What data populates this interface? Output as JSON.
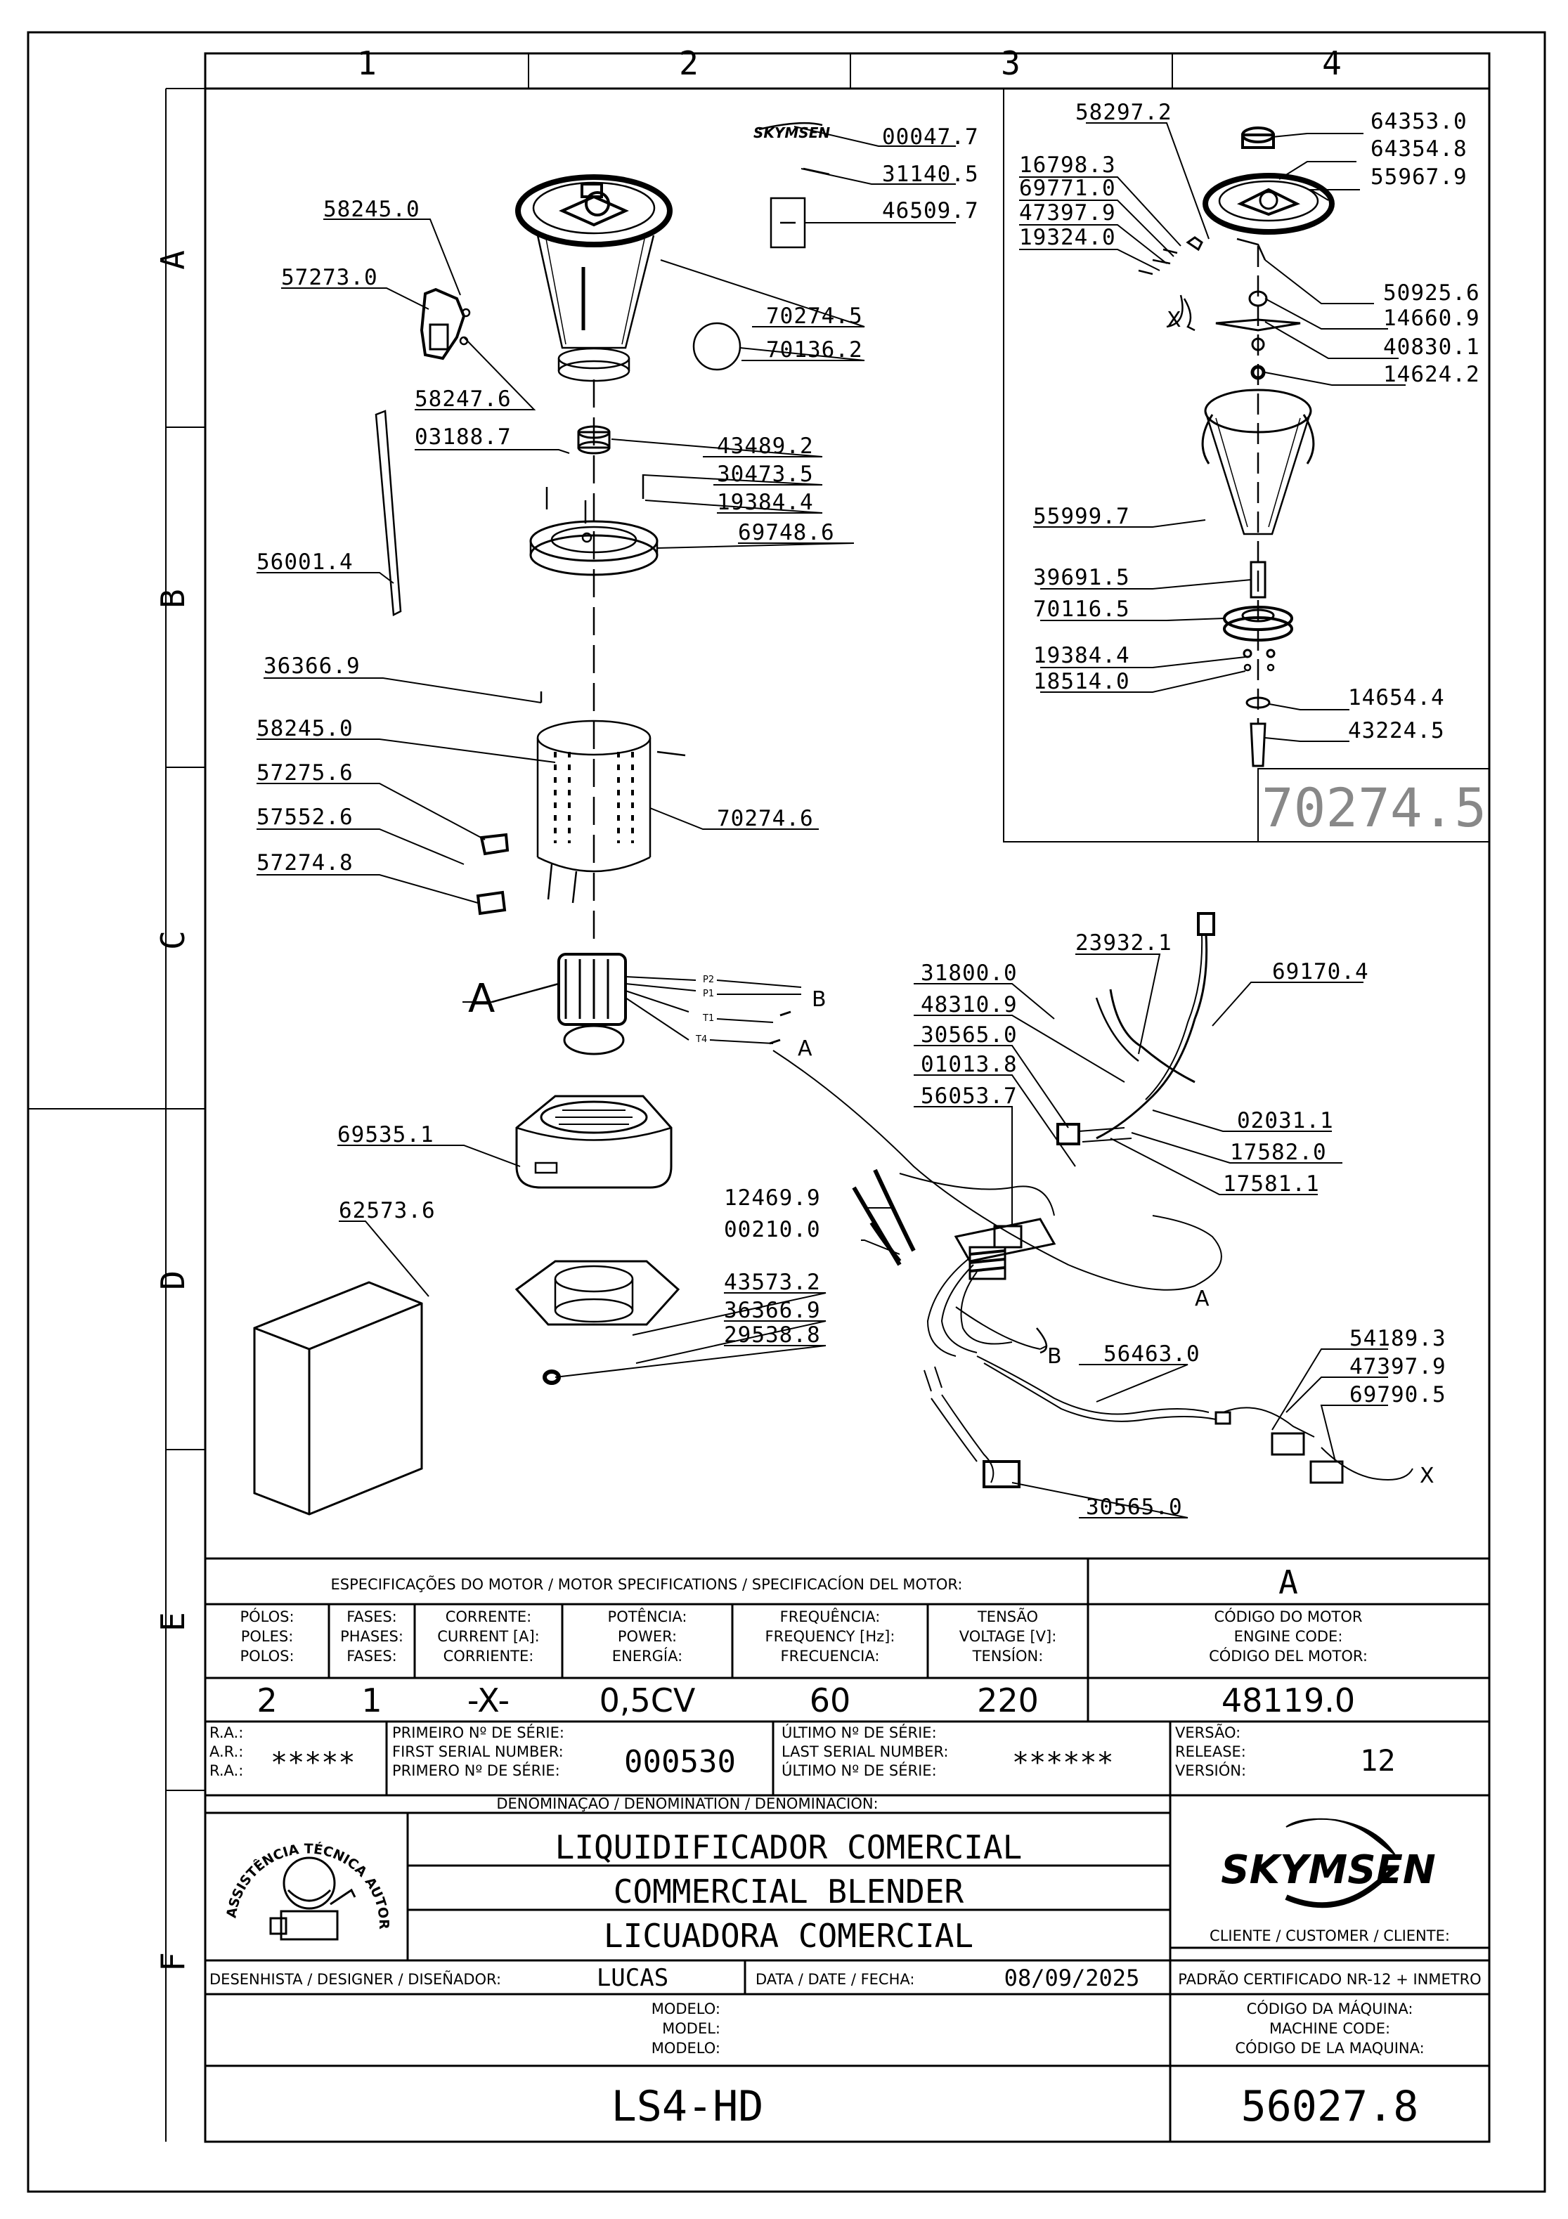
{
  "grid": {
    "columns": [
      "1",
      "2",
      "3",
      "4"
    ],
    "rows": [
      "A",
      "B",
      "C",
      "D",
      "E",
      "F"
    ]
  },
  "logo_top": "SKYMSEN",
  "parts_main": [
    {
      "id": "p1",
      "num": "00047.7"
    },
    {
      "id": "p2",
      "num": "31140.5"
    },
    {
      "id": "p3",
      "num": "46509.7"
    },
    {
      "id": "p4",
      "num": "58245.0"
    },
    {
      "id": "p5",
      "num": "57273.0"
    },
    {
      "id": "p6",
      "num": "70274.5"
    },
    {
      "id": "p7",
      "num": "70136.2"
    },
    {
      "id": "p8",
      "num": "58247.6"
    },
    {
      "id": "p9",
      "num": "03188.7"
    },
    {
      "id": "p10",
      "num": "43489.2"
    },
    {
      "id": "p11",
      "num": "30473.5"
    },
    {
      "id": "p12",
      "num": "19384.4"
    },
    {
      "id": "p13",
      "num": "69748.6"
    },
    {
      "id": "p14",
      "num": "56001.4"
    },
    {
      "id": "p15",
      "num": "36366.9"
    },
    {
      "id": "p16",
      "num": "58245.0"
    },
    {
      "id": "p17",
      "num": "57275.6"
    },
    {
      "id": "p18",
      "num": "57552.6"
    },
    {
      "id": "p19",
      "num": "57274.8"
    },
    {
      "id": "p20",
      "num": "70274.6"
    },
    {
      "id": "p21",
      "num": "69535.1"
    },
    {
      "id": "p22",
      "num": "62573.6"
    },
    {
      "id": "p23",
      "num": "12469.9"
    },
    {
      "id": "p24",
      "num": "00210.0"
    },
    {
      "id": "p25",
      "num": "43573.2"
    },
    {
      "id": "p26",
      "num": "36366.9"
    },
    {
      "id": "p27",
      "num": "29538.8"
    },
    {
      "id": "p28",
      "num": "23932.1"
    },
    {
      "id": "p29",
      "num": "69170.4"
    },
    {
      "id": "p30",
      "num": "31800.0"
    },
    {
      "id": "p31",
      "num": "48310.9"
    },
    {
      "id": "p32",
      "num": "30565.0"
    },
    {
      "id": "p33",
      "num": "01013.8"
    },
    {
      "id": "p34",
      "num": "56053.7"
    },
    {
      "id": "p35",
      "num": "02031.1"
    },
    {
      "id": "p36",
      "num": "17582.0"
    },
    {
      "id": "p37",
      "num": "17581.1"
    },
    {
      "id": "p38",
      "num": "54189.3"
    },
    {
      "id": "p39",
      "num": "47397.9"
    },
    {
      "id": "p40",
      "num": "69790.5"
    },
    {
      "id": "p41",
      "num": "56463.0"
    },
    {
      "id": "p42",
      "num": "30565.0"
    }
  ],
  "parts_detail": [
    {
      "id": "d1",
      "num": "58297.2"
    },
    {
      "id": "d2",
      "num": "64353.0"
    },
    {
      "id": "d3",
      "num": "64354.8"
    },
    {
      "id": "d4",
      "num": "55967.9"
    },
    {
      "id": "d5",
      "num": "16798.3"
    },
    {
      "id": "d6",
      "num": "69771.0"
    },
    {
      "id": "d7",
      "num": "47397.9"
    },
    {
      "id": "d8",
      "num": "19324.0"
    },
    {
      "id": "d9",
      "num": "50925.6"
    },
    {
      "id": "d10",
      "num": "14660.9"
    },
    {
      "id": "d11",
      "num": "40830.1"
    },
    {
      "id": "d12",
      "num": "14624.2"
    },
    {
      "id": "d13",
      "num": "55999.7"
    },
    {
      "id": "d14",
      "num": "39691.5"
    },
    {
      "id": "d15",
      "num": "70116.5"
    },
    {
      "id": "d16",
      "num": "19384.4"
    },
    {
      "id": "d17",
      "num": "18514.0"
    },
    {
      "id": "d18",
      "num": "14654.4"
    },
    {
      "id": "d19",
      "num": "43224.5"
    }
  ],
  "detail_box_label": "70274.5",
  "callouts": {
    "a": "A",
    "b": "B",
    "x": "X",
    "p2": "P2",
    "p1": "P1",
    "t1": "T1",
    "t4": "T4"
  },
  "specs": {
    "heading": "ESPECIFICAÇÕES DO MOTOR / MOTOR SPECIFICATIONS / SPECIFICACÍON DEL MOTOR:",
    "heading_right": "A",
    "columns": [
      {
        "l1": "PÓLOS:",
        "l2": "POLES:",
        "l3": "POLOS:",
        "value": "2"
      },
      {
        "l1": "FASES:",
        "l2": "PHASES:",
        "l3": "FASES:",
        "value": "1"
      },
      {
        "l1": "CORRENTE:",
        "l2": "CURRENT [A]:",
        "l3": "CORRIENTE:",
        "value": "-X-"
      },
      {
        "l1": "POTÊNCIA:",
        "l2": "POWER:",
        "l3": "ENERGÍA:",
        "value": "0,5CV"
      },
      {
        "l1": "FREQUÊNCIA:",
        "l2": "FREQUENCY [Hz]:",
        "l3": "FRECUENCIA:",
        "value": "60"
      },
      {
        "l1": "TENSÃO",
        "l2": "VOLTAGE [V]:",
        "l3": "TENSÍON:",
        "value": "220"
      },
      {
        "l1": "CÓDIGO DO MOTOR",
        "l2": "ENGINE CODE:",
        "l3": "CÓDIGO DEL MOTOR:",
        "value": "48119.0"
      }
    ]
  },
  "serial": {
    "ra_l1": "R.A.:",
    "ra_l2": "A.R.:",
    "ra_l3": "R.A.:",
    "ra_value": "*****",
    "first_l1": "PRIMEIRO Nº DE SÉRIE:",
    "first_l2": "FIRST SERIAL NUMBER:",
    "first_l3": "PRIMERO Nº DE SÉRIE:",
    "first_value": "000530",
    "last_l1": "ÚLTIMO Nº DE SÉRIE:",
    "last_l2": "LAST SERIAL NUMBER:",
    "last_l3": "ÚLTIMO Nº DE SÉRIE:",
    "last_value": "******",
    "ver_l1": "VERSÃO:",
    "ver_l2": "RELEASE:",
    "ver_l3": "VERSIÓN:",
    "ver_value": "12"
  },
  "denomination": {
    "heading": "DENOMINAÇÃO / DENOMINATION / DENOMINACIÓN:",
    "pt": "LIQUIDIFICADOR COMERCIAL",
    "en": "COMMERCIAL BLENDER",
    "es": "LICUADORA COMERCIAL"
  },
  "assist_stamp": "ASSISTÊNCIA TÉCNICA AUTORIZADA",
  "brand": "SKYMSEN",
  "client_label": "CLIENTE / CUSTOMER / CLIENTE:",
  "designer": {
    "label": "DESENHISTA / DESIGNER / DISEÑADOR:",
    "value": "LUCAS"
  },
  "date": {
    "label": "DATA / DATE / FECHA:",
    "value": "08/09/2025"
  },
  "cert": "PADRÃO CERTIFICADO NR-12 + INMETRO",
  "model": {
    "l1": "MODELO:",
    "l2": "MODEL:",
    "l3": "MODELO:",
    "value": "LS4-HD"
  },
  "machine_code": {
    "l1": "CÓDIGO DA MÁQUINA:",
    "l2": "MACHINE CODE:",
    "l3": "CÓDIGO DE LA MAQUINA:",
    "value": "56027.8"
  }
}
